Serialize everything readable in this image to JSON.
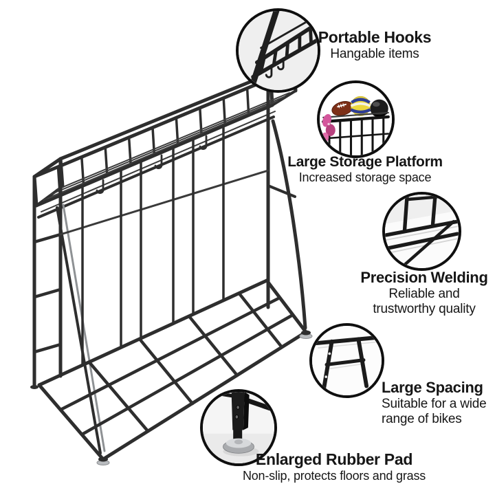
{
  "page": {
    "background": "#ffffff"
  },
  "features": [
    {
      "id": "portable-hooks",
      "title": "Portable Hooks",
      "lines": [
        "Hangable items"
      ]
    },
    {
      "id": "large-storage-platform",
      "title": "Large Storage Platform",
      "lines": [
        "Increased storage space"
      ]
    },
    {
      "id": "precision-welding",
      "title": "Precision Welding",
      "lines": [
        "Reliable and",
        "trustworthy quality"
      ]
    },
    {
      "id": "large-spacing",
      "title": "Large Spacing",
      "lines": [
        "Suitable for a wide",
        "range of bikes"
      ]
    },
    {
      "id": "enlarged-rubber-pad",
      "title": "Enlarged Rubber Pad",
      "lines": [
        "Non-slip, protects floors and grass"
      ]
    }
  ],
  "colors": {
    "frame": "#2e2e2e",
    "text": "#161616",
    "circle_border": "#0f0f0f",
    "silver_brace": "#8e9194",
    "foot_pad_silver": "#b9bcbf",
    "football": "#7c2f17",
    "volleyball_yellow": "#ecd73e",
    "volleyball_blue": "#2e3d94",
    "helmet": "#1c1c1c",
    "pink_gear": "#d4569c"
  }
}
